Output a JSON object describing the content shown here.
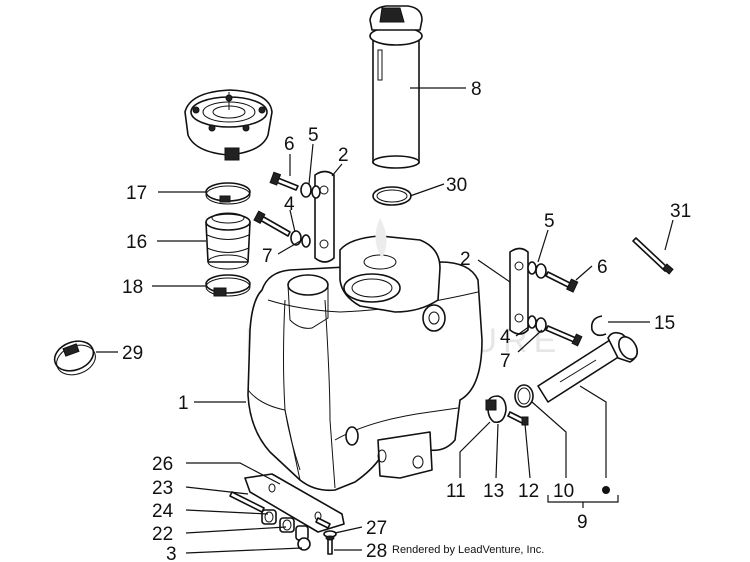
{
  "diagram": {
    "watermark": "LEADVENTURE",
    "credit": "Rendered by LeadVenture, Inc.",
    "callouts": [
      {
        "id": "c8",
        "label": "8"
      },
      {
        "id": "c30",
        "label": "30"
      },
      {
        "id": "c6a",
        "label": "6"
      },
      {
        "id": "c5a",
        "label": "5"
      },
      {
        "id": "c2a",
        "label": "2"
      },
      {
        "id": "c17",
        "label": "17"
      },
      {
        "id": "c4a",
        "label": "4"
      },
      {
        "id": "c7a",
        "label": "7"
      },
      {
        "id": "c16",
        "label": "16"
      },
      {
        "id": "c18",
        "label": "18"
      },
      {
        "id": "c31",
        "label": "31"
      },
      {
        "id": "c5b",
        "label": "5"
      },
      {
        "id": "c2b",
        "label": "2"
      },
      {
        "id": "c6b",
        "label": "6"
      },
      {
        "id": "c15",
        "label": "15"
      },
      {
        "id": "c4b",
        "label": "4"
      },
      {
        "id": "c7b",
        "label": "7"
      },
      {
        "id": "c29",
        "label": "29"
      },
      {
        "id": "c1",
        "label": "1"
      },
      {
        "id": "c26",
        "label": "26"
      },
      {
        "id": "c23",
        "label": "23"
      },
      {
        "id": "c24",
        "label": "24"
      },
      {
        "id": "c22",
        "label": "22"
      },
      {
        "id": "c3",
        "label": "3"
      },
      {
        "id": "c27",
        "label": "27"
      },
      {
        "id": "c28",
        "label": "28"
      },
      {
        "id": "c11",
        "label": "11"
      },
      {
        "id": "c13",
        "label": "13"
      },
      {
        "id": "c12",
        "label": "12"
      },
      {
        "id": "c10",
        "label": "10"
      },
      {
        "id": "c9",
        "label": "9"
      }
    ]
  }
}
